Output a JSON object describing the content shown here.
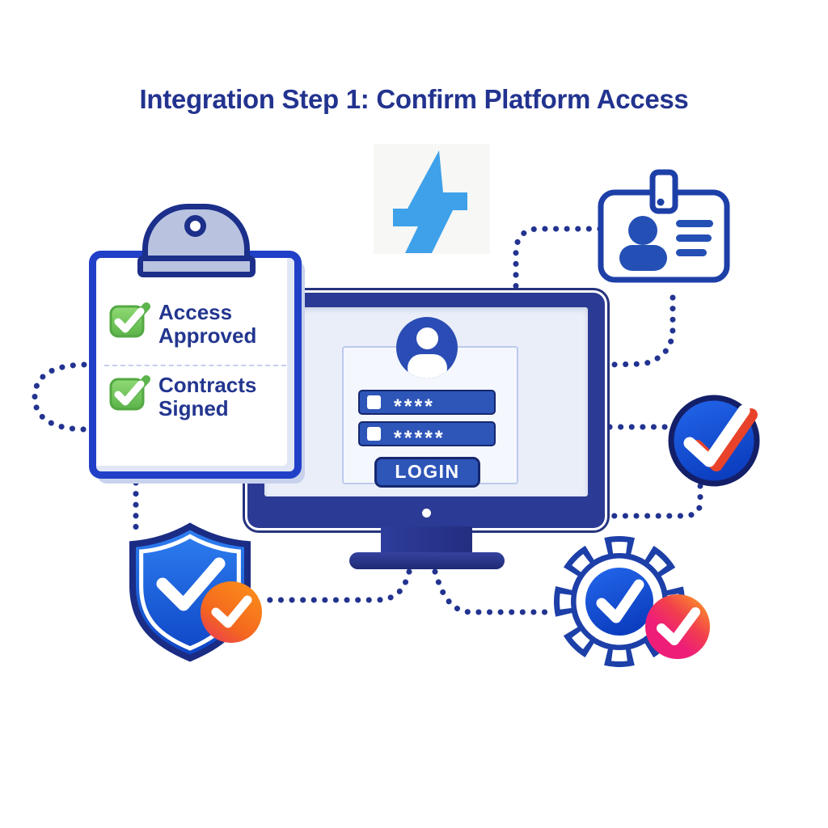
{
  "title": "Integration Step 1: Confirm Platform Access",
  "clipboard": {
    "items": [
      {
        "label": "Access Approved",
        "checked": true
      },
      {
        "label": "Contracts Signed",
        "checked": true
      }
    ]
  },
  "monitor": {
    "login_form": {
      "field1_mask": "****",
      "field2_mask": "*****",
      "login_button": "LOGIN"
    }
  },
  "icons": {
    "lightning": "pulse-bolt-zigzag",
    "checklist_checkbox": "green-rounded-checkbox-with-white-check",
    "id_badge": "identity-card-with-user-and-text-lines",
    "verified_circle": "blue-circle-white-check-red-accent",
    "shield": "blue-shield-with-white-check",
    "orange_badge": "orange-circle-with-white-check",
    "gear": "gear-with-blue-check-circle",
    "pink_badge": "pink-orange-circle-with-white-check",
    "user_avatar": "blue-circle-person-silhouette",
    "webcam_dot": "white-dot"
  },
  "colors": {
    "navy_line": "#223390",
    "title_text": "#22338f",
    "monitor_bezel": "#2b3a94",
    "screen": "#e9eef9",
    "field_blue": "#2e55b8",
    "clipboard_border": "#2140c8",
    "clip_gray": "#b9c3e0",
    "check_green": "#5eb64d",
    "bolt_blue": "#3ea1e9",
    "accent_red": "#e8432a",
    "accent_orange": "#f9831d",
    "accent_pink": "#ee1e78",
    "badge_blue": "#2450b5"
  }
}
